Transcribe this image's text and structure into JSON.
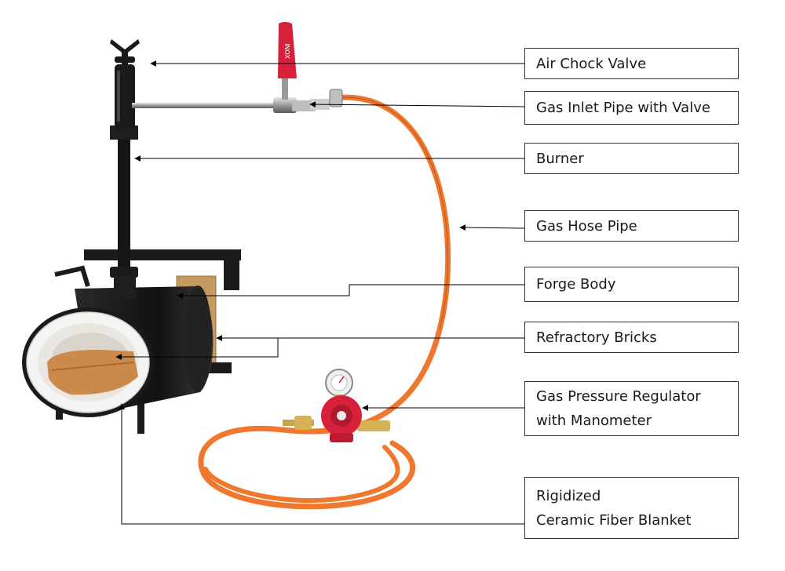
{
  "labels": {
    "air_chock_valve": "Air Chock Valve",
    "gas_inlet_pipe": "Gas Inlet Pipe with Valve",
    "burner": "Burner",
    "gas_hose_pipe": "Gas Hose Pipe",
    "forge_body": "Forge Body",
    "refractory_bricks": "Refractory Bricks",
    "regulator_line1": "Gas Pressure Regulator",
    "regulator_line2": "with Manometer",
    "blanket_line1": "Rigidized",
    "blanket_line2": "Ceramic Fiber Blanket"
  },
  "valve_marking": "INOX",
  "colors": {
    "hose": "#f0782e",
    "forge": "#161616",
    "valve_handle": "#d8203a",
    "brick": "#c98a4c",
    "blanket": "#f4f4f2"
  }
}
